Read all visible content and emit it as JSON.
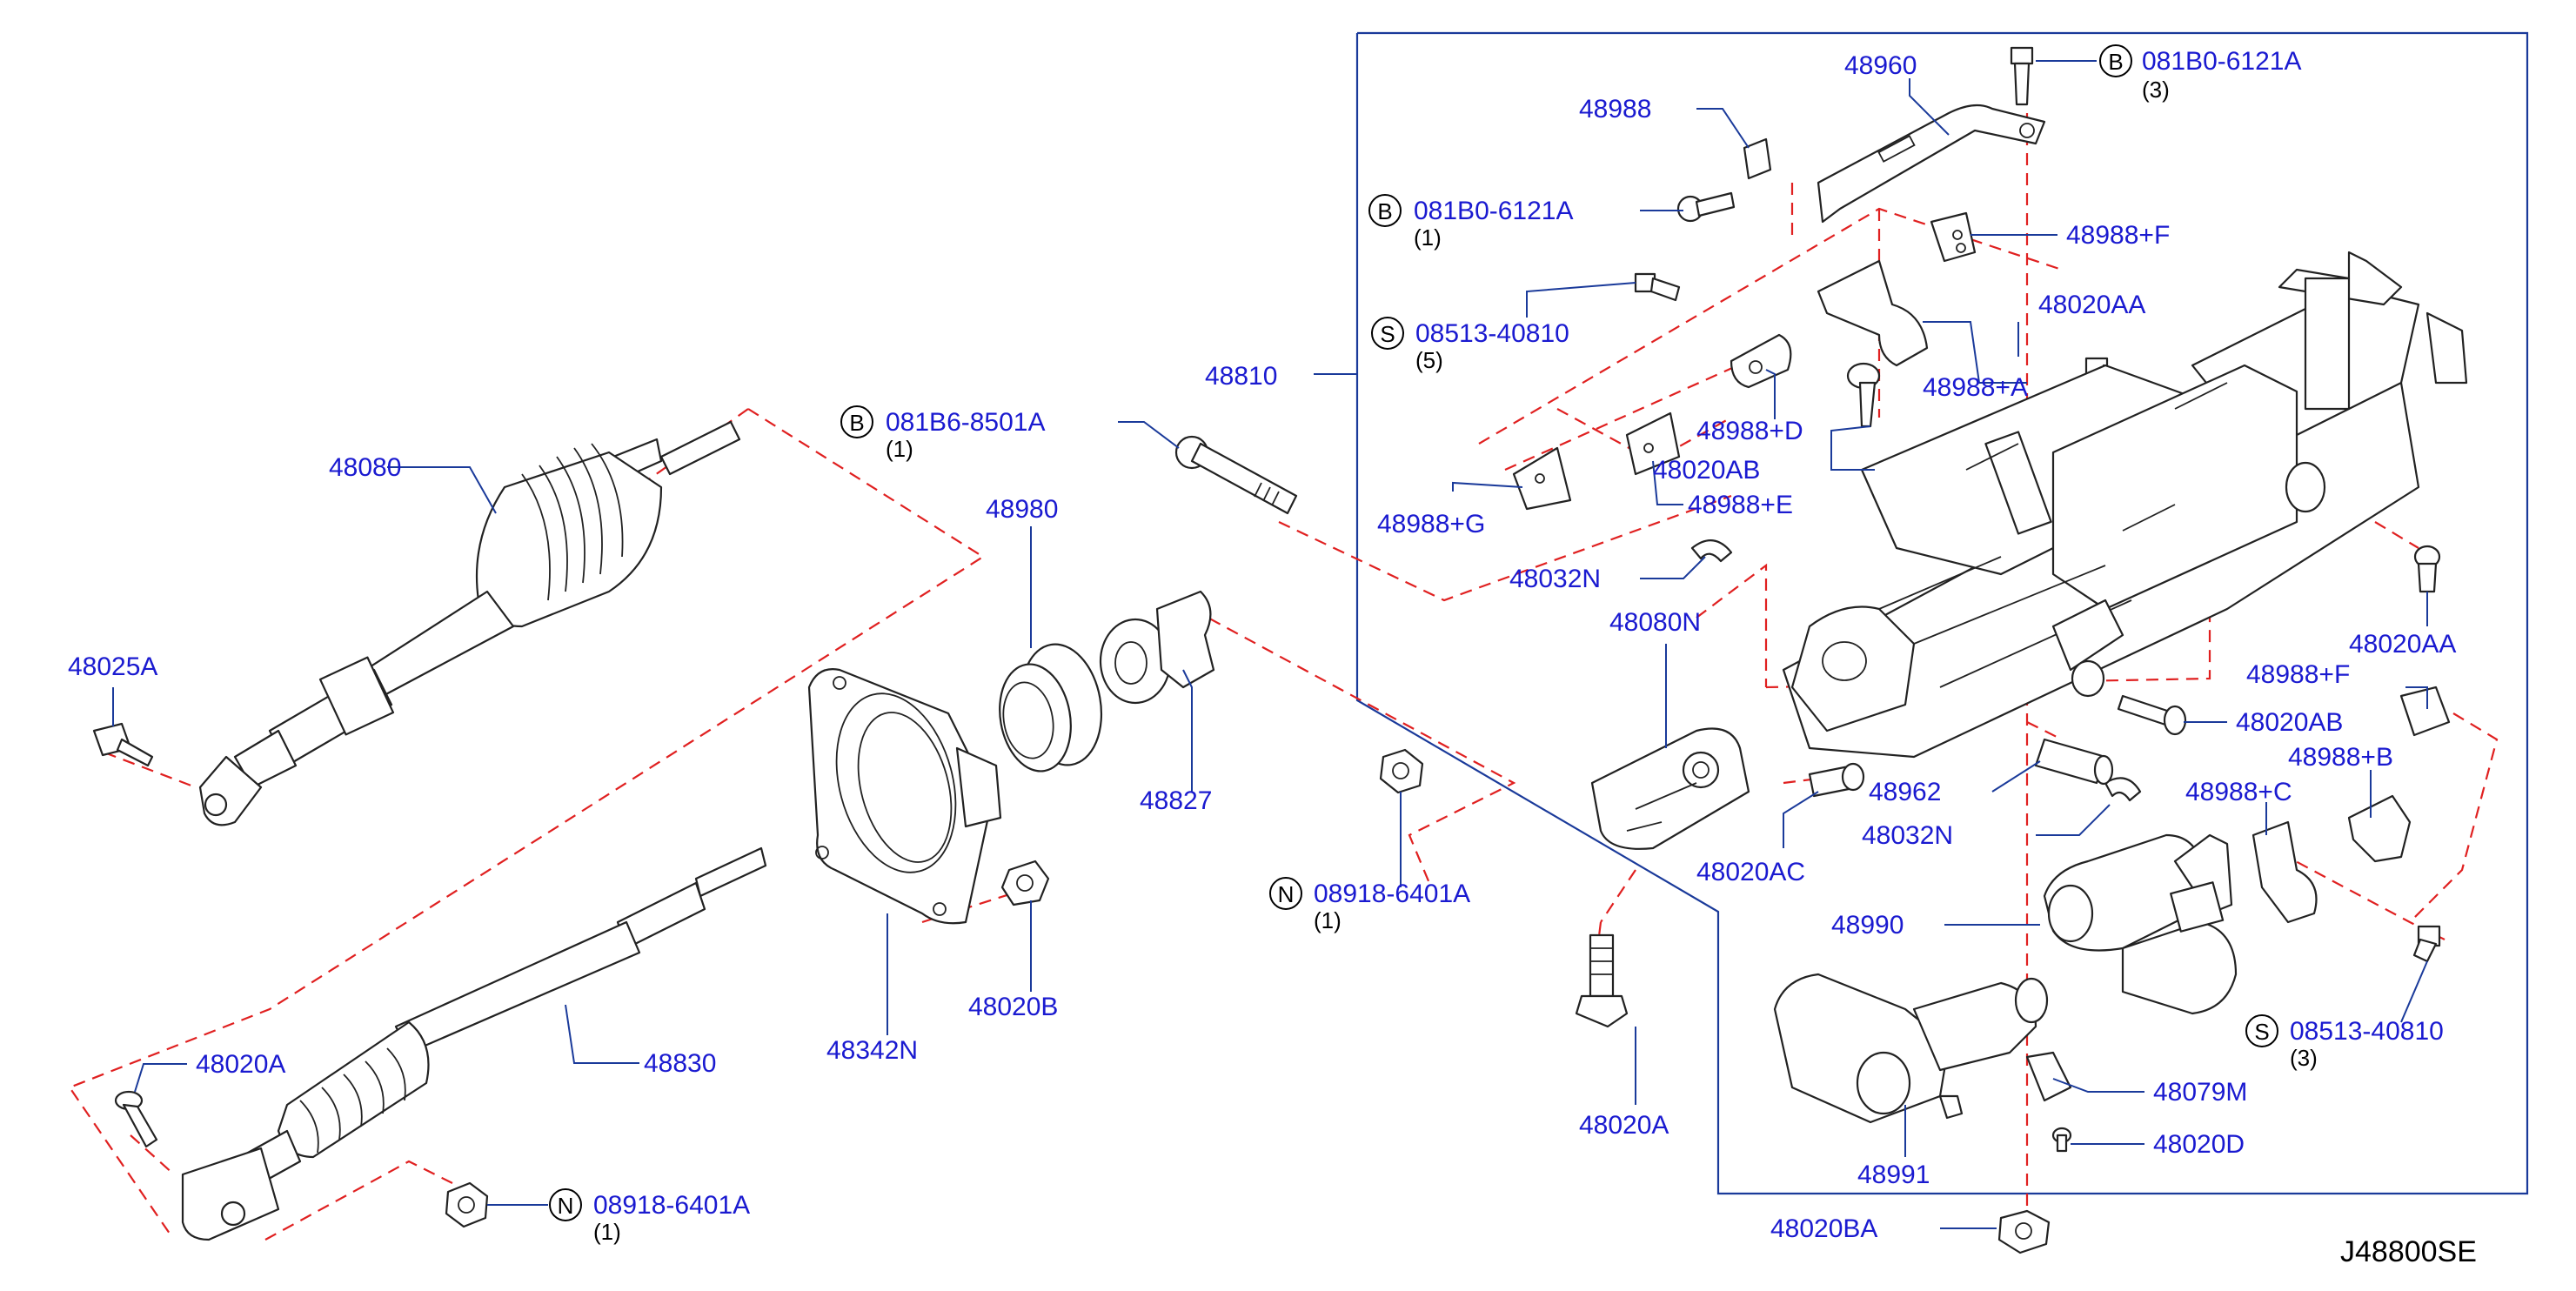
{
  "diagram_code": "J48800SE",
  "callouts": [
    {
      "id": "c48080",
      "text": "48080"
    },
    {
      "id": "c48025A",
      "text": "48025A"
    },
    {
      "id": "c081B6",
      "prefix": "B",
      "text": "081B6-8501A",
      "qty": "(1)"
    },
    {
      "id": "c48810",
      "text": "48810"
    },
    {
      "id": "c48980",
      "text": "48980"
    },
    {
      "id": "c48827",
      "text": "48827"
    },
    {
      "id": "c48342N",
      "text": "48342N"
    },
    {
      "id": "c48020B",
      "text": "48020B"
    },
    {
      "id": "c48830",
      "text": "48830"
    },
    {
      "id": "c48020A_l",
      "text": "48020A"
    },
    {
      "id": "c08918_l",
      "prefix": "N",
      "text": "08918-6401A",
      "qty": "(1)"
    },
    {
      "id": "c08918_m",
      "prefix": "N",
      "text": "08918-6401A",
      "qty": "(1)"
    },
    {
      "id": "c48960",
      "text": "48960"
    },
    {
      "id": "c081B0_t",
      "prefix": "B",
      "text": "081B0-6121A",
      "qty": "(3)"
    },
    {
      "id": "c48988",
      "text": "48988"
    },
    {
      "id": "c081B0_m",
      "prefix": "B",
      "text": "081B0-6121A",
      "qty": "(1)"
    },
    {
      "id": "c48988F_t",
      "text": "48988+F"
    },
    {
      "id": "c08513_t",
      "prefix": "S",
      "text": "08513-40810",
      "qty": "(5)"
    },
    {
      "id": "c48020AA_t",
      "text": "48020AA"
    },
    {
      "id": "c48988A",
      "text": "48988+A"
    },
    {
      "id": "c48988D",
      "text": "48988+D"
    },
    {
      "id": "c48020AB_t",
      "text": "48020AB"
    },
    {
      "id": "c48988E",
      "text": "48988+E"
    },
    {
      "id": "c48988G",
      "text": "48988+G"
    },
    {
      "id": "c48032N_t",
      "text": "48032N"
    },
    {
      "id": "c48080N",
      "text": "48080N"
    },
    {
      "id": "c48020AA_r",
      "text": "48020AA"
    },
    {
      "id": "c48988F_r",
      "text": "48988+F"
    },
    {
      "id": "c48020AB_r",
      "text": "48020AB"
    },
    {
      "id": "c48988B",
      "text": "48988+B"
    },
    {
      "id": "c48962",
      "text": "48962"
    },
    {
      "id": "c48988C",
      "text": "48988+C"
    },
    {
      "id": "c48032N_b",
      "text": "48032N"
    },
    {
      "id": "c48020AC",
      "text": "48020AC"
    },
    {
      "id": "c48990",
      "text": "48990"
    },
    {
      "id": "c08513_b",
      "prefix": "S",
      "text": "08513-40810",
      "qty": "(3)"
    },
    {
      "id": "c48079M",
      "text": "48079M"
    },
    {
      "id": "c48020D",
      "text": "48020D"
    },
    {
      "id": "c48991",
      "text": "48991"
    },
    {
      "id": "c48020A_b",
      "text": "48020A"
    },
    {
      "id": "c48020BA",
      "text": "48020BA"
    }
  ]
}
